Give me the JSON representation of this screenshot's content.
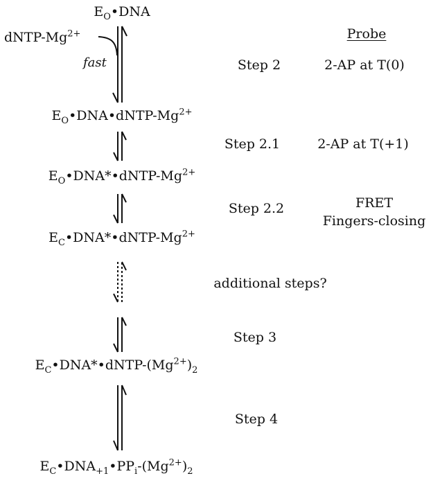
{
  "species": [
    {
      "html": "E<sub>O</sub>•DNA"
    },
    {
      "html": "E<sub>O</sub>•DNA•dNTP-Mg<sup>2+</sup>"
    },
    {
      "html": "E<sub>O</sub>•DNA*•dNTP-Mg<sup>2+</sup>"
    },
    {
      "html": "E<sub>C</sub>•DNA*•dNTP-Mg<sup>2+</sup>"
    },
    {
      "html": "E<sub>C</sub>•DNA*•dNTP-(Mg<sup>2+</sup>)<sub>2</sub>"
    },
    {
      "html": "E<sub>C</sub>•DNA<sub>+1</sub>•PP<sub>i</sub>-(Mg<sup>2+</sup>)<sub>2</sub>"
    }
  ],
  "substrate": {
    "html": "dNTP-Mg<sup>2+</sup>"
  },
  "fast_label": "fast",
  "probe_header": "Probe",
  "steps": [
    {
      "label": "Step 2",
      "probe": "2-AP at T(0)"
    },
    {
      "label": "Step 2.1",
      "probe": "2-AP at T(+1)"
    },
    {
      "label": "Step 2.2",
      "probe": "FRET",
      "probe2": "Fingers-closing"
    },
    {
      "label": "additional steps?"
    },
    {
      "label": "Step 3"
    },
    {
      "label": "Step 4"
    }
  ]
}
